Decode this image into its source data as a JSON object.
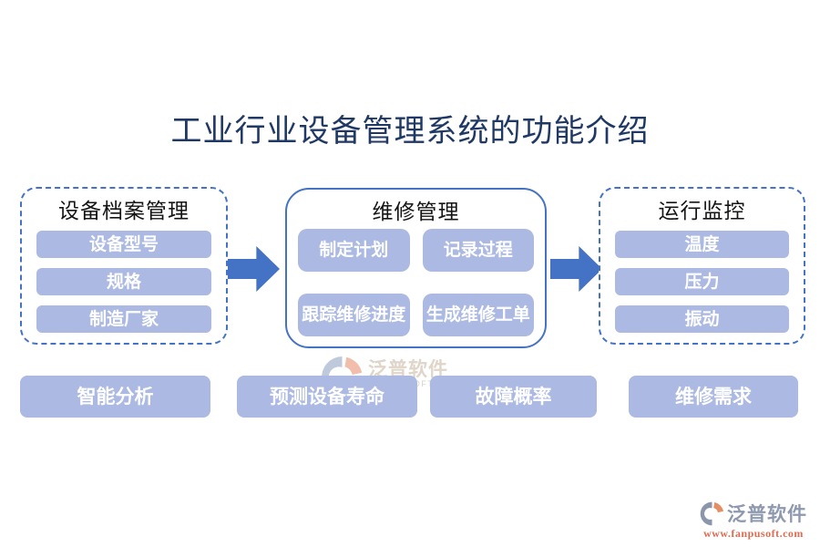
{
  "title": "工业行业设备管理系统的功能介绍",
  "colors": {
    "accent_blue": "#4472C4",
    "button_fill": "#ACBAE3",
    "button_text": "#FFFFFF",
    "title_navy": "#1F3864",
    "brand_gray": "#8E99AF",
    "brand_orange": "#E16A4F"
  },
  "icons": {
    "flow_arrow": "block-arrow-right",
    "brand_logo": "fanpu-swirl-logo"
  },
  "groups": [
    {
      "title": "设备档案管理",
      "border_style": "dash-dot",
      "items": [
        "设备型号",
        "规格",
        "制造厂家"
      ]
    },
    {
      "title": "维修管理",
      "border_style": "solid",
      "items": [
        "制定计划",
        "记录过程",
        "跟踪维修进度",
        "生成维修工单"
      ]
    },
    {
      "title": "运行监控",
      "border_style": "dash-dot",
      "items": [
        "温度",
        "压力",
        "振动"
      ]
    }
  ],
  "bottom_buttons": [
    "智能分析",
    "预测设备寿命",
    "故障概率",
    "维修需求"
  ],
  "watermark": {
    "name": "泛普软件",
    "subtitle": "FANPU SOFTWARE"
  },
  "footer_logo": {
    "name": "泛普软件",
    "url": "www.fanpusoft.com"
  }
}
